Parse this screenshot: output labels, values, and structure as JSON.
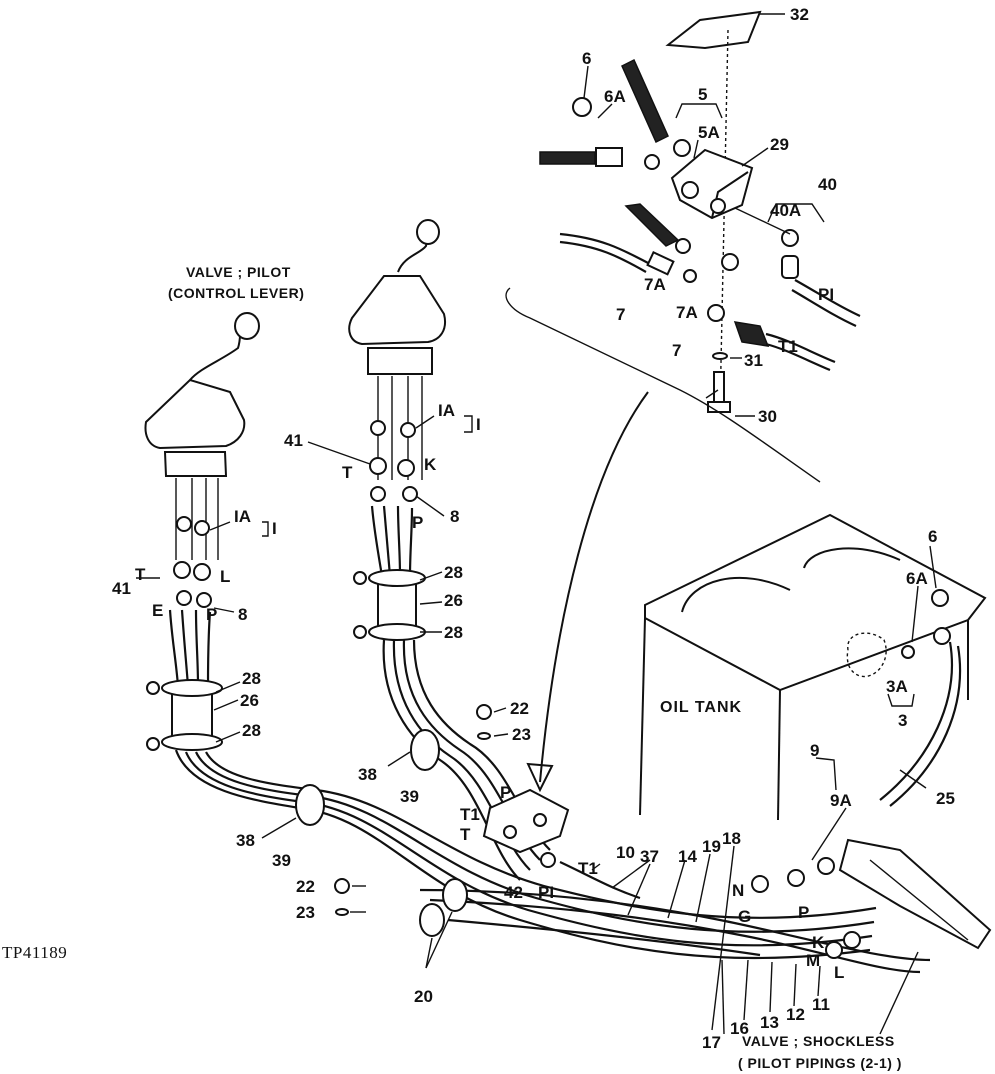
{
  "figure_id": "TP41189",
  "callouts": {
    "pilot_valve": [
      "VALVE ; PILOT",
      "(CONTROL LEVER)"
    ],
    "oil_tank": "OIL TANK",
    "shockless_valve": [
      "VALVE ; SHOCKLESS",
      "( PILOT PIPINGS (2-1) )"
    ]
  },
  "port_letters": {
    "left_T": "T",
    "left_L": "L",
    "left_E": "E",
    "left_P": "P",
    "right_T": "T",
    "right_K": "K",
    "right_P": "P",
    "block_P": "P",
    "block_T": "T",
    "block_Pi": "PI",
    "block_T1": "T1",
    "block_T1b": "T1",
    "valve_P": "P",
    "valve_N": "N",
    "valve_G": "G",
    "valve_K": "K",
    "valve_M": "M",
    "valve_L": "L",
    "top_PI": "PI",
    "top_T1": "T1"
  },
  "part_numbers": {
    "p32": "32",
    "p6_top": "6",
    "p6A_top": "6A",
    "p5": "5",
    "p5A": "5A",
    "p29": "29",
    "p40": "40",
    "p40A": "40A",
    "p7A_a": "7A",
    "p7_a": "7",
    "p7A_b": "7A",
    "p7_b": "7",
    "p31": "31",
    "p30": "30",
    "p1A_left": "IA",
    "p1_left": "I",
    "p41_left": "41",
    "p8_left": "8",
    "p28_l1": "28",
    "p26_left": "26",
    "p28_l2": "28",
    "p1A_right": "IA",
    "p1_right": "I",
    "p41_right": "41",
    "p8_right": "8",
    "p28_r1": "28",
    "p26_right": "26",
    "p28_r2": "28",
    "p22_a": "22",
    "p23_a": "23",
    "p38_a": "38",
    "p39_a": "39",
    "p38_b": "38",
    "p39_b": "39",
    "p22_b": "22",
    "p23_b": "23",
    "p42": "42",
    "p20": "20",
    "p10": "10",
    "p37": "37",
    "p14": "14",
    "p19": "19",
    "p18": "18",
    "p9": "9",
    "p9A": "9A",
    "p25": "25",
    "p6_tank": "6",
    "p6A_tank": "6A",
    "p3A": "3A",
    "p3": "3",
    "p17": "17",
    "p16": "16",
    "p13": "13",
    "p12": "12",
    "p11": "11"
  }
}
